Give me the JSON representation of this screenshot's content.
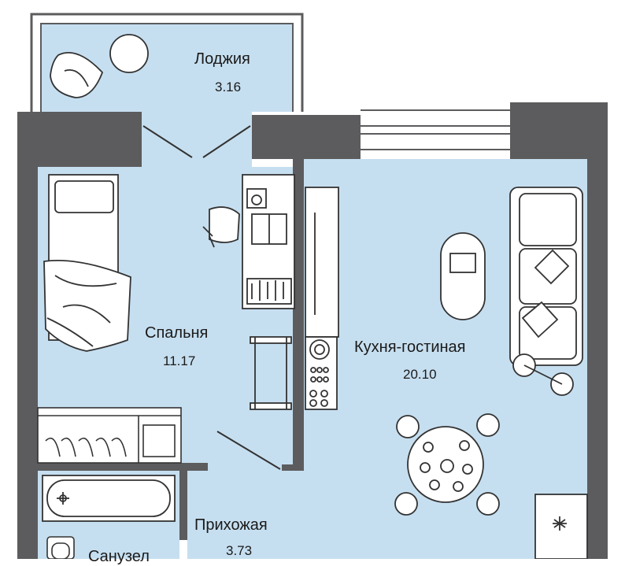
{
  "plan": {
    "colors": {
      "wall": "#5c5c5e",
      "room_fill": "#c6dff0",
      "line": "#333333",
      "furniture": "#ffffff",
      "background": "#ffffff"
    },
    "rooms": [
      {
        "id": "loggia",
        "name": "Лоджия",
        "area": "3.16"
      },
      {
        "id": "bedroom",
        "name": "Спальня",
        "area": "11.17"
      },
      {
        "id": "kitchen",
        "name": "Кухня-гостиная",
        "area": "20.10"
      },
      {
        "id": "hallway",
        "name": "Прихожая",
        "area": "3.73"
      },
      {
        "id": "bathroom",
        "name": "Санузел",
        "area": ""
      }
    ]
  }
}
